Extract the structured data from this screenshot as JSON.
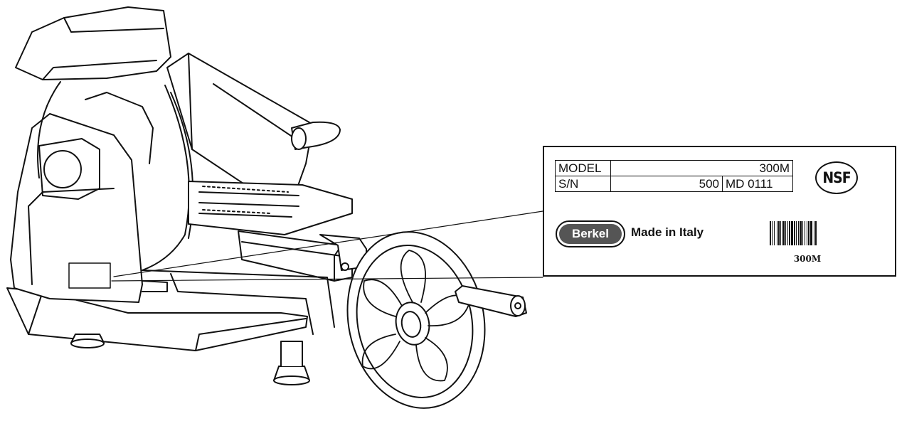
{
  "figure": {
    "line_color": "#111111",
    "component": "slicer-rating-plate-location"
  },
  "rating_plate": {
    "rows": [
      {
        "label": "MODEL",
        "value": "300M"
      },
      {
        "label": "S/N",
        "value": "500",
        "extra": "MD 0111"
      }
    ],
    "certification_mark": "NSF",
    "brand_logo": "Berkel",
    "origin_text": "Made in Italy",
    "barcode_text": "300M"
  }
}
